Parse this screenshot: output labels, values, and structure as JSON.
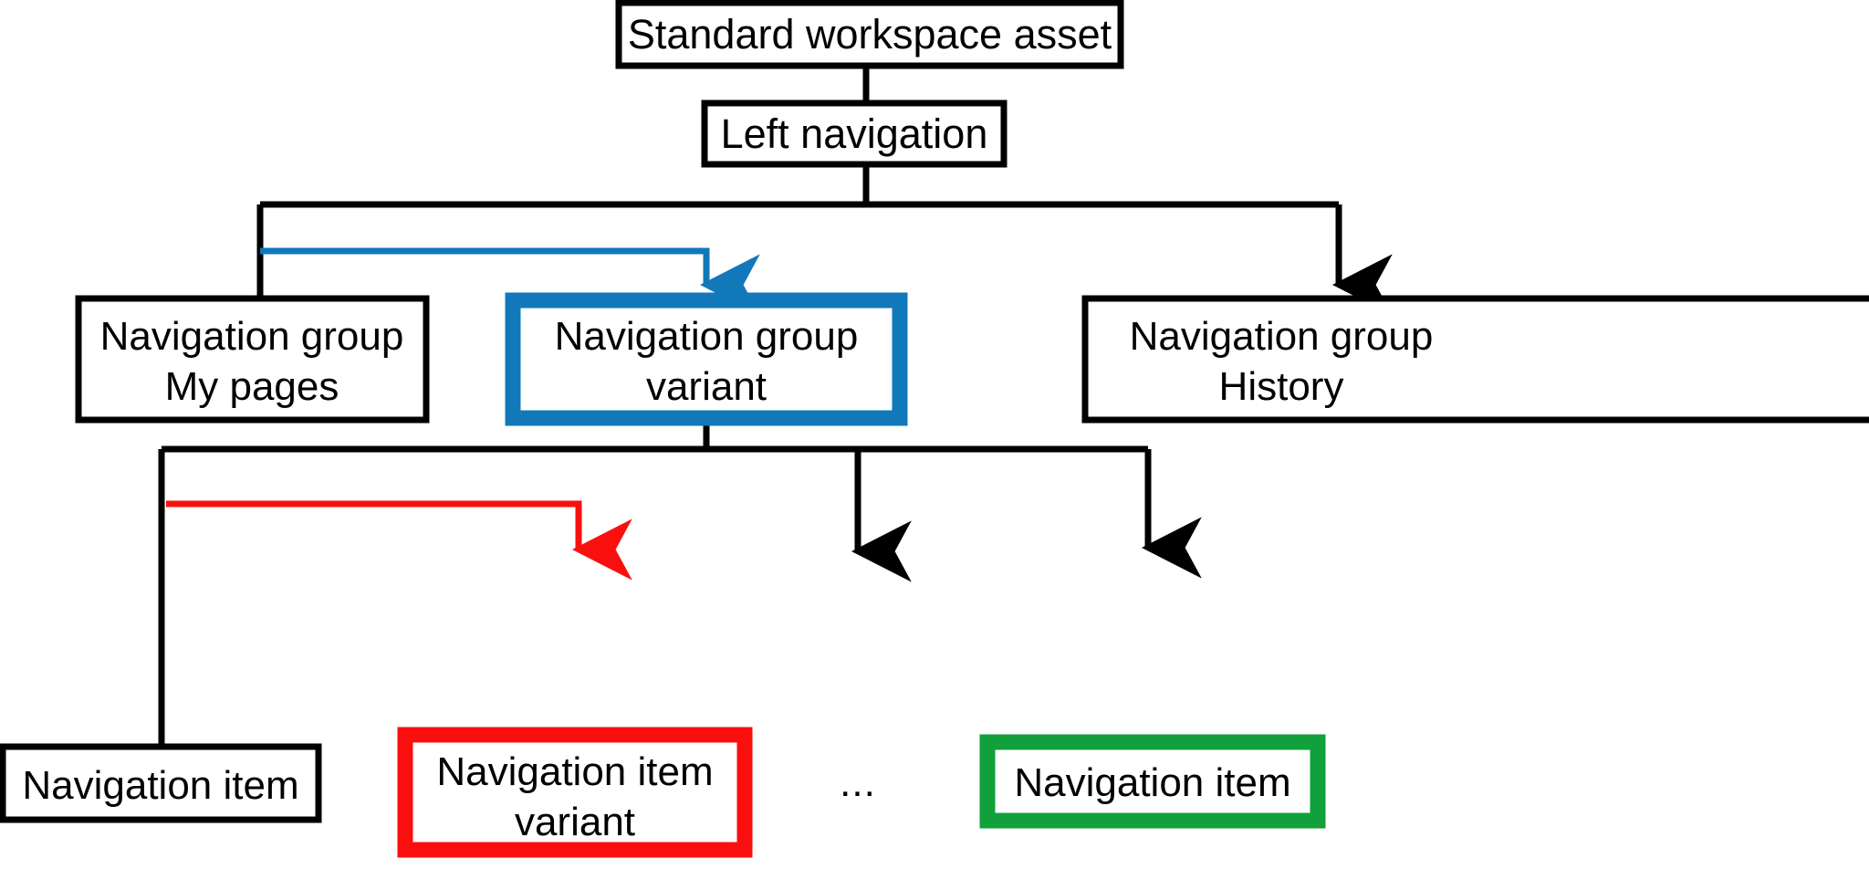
{
  "diagram": {
    "title_node": {
      "label": "Standard workspace asset"
    },
    "level2": {
      "label": "Left navigation"
    },
    "groups": [
      {
        "id": "my-pages",
        "line1": "Navigation group",
        "line2": "My pages",
        "accent": "#000000",
        "highlight": false
      },
      {
        "id": "variant",
        "line1": "Navigation group",
        "line2": "variant",
        "accent": "#1178ba",
        "highlight": true
      },
      {
        "id": "history",
        "line1": "Navigation group",
        "line2": "History",
        "accent": "#000000",
        "highlight": false
      }
    ],
    "items": [
      {
        "id": "item-plain",
        "line1": "Navigation item",
        "line2": "",
        "accent": "#000000",
        "highlight": false
      },
      {
        "id": "item-variant",
        "line1": "Navigation item",
        "line2": "variant",
        "accent": "#fa0f0f",
        "highlight": true
      },
      {
        "id": "item-ellipsis",
        "line1": "...",
        "line2": "",
        "accent": "#000000",
        "highlight": false
      },
      {
        "id": "item-green",
        "line1": "Navigation item",
        "line2": "",
        "accent": "#11a03b",
        "highlight": true
      }
    ],
    "colors": {
      "stroke": "#000000",
      "blue_accent": "#1178ba",
      "red_accent": "#fa0f0f",
      "green_accent": "#11a03b",
      "background": "#ffffff"
    }
  }
}
